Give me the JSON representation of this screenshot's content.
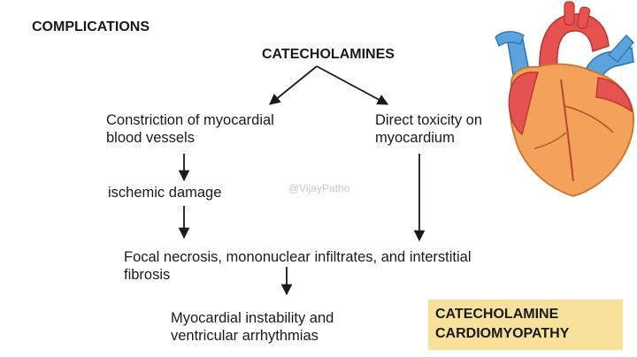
{
  "title": "COMPLICATIONS",
  "root": "CATECHOLAMINES",
  "branch_left": [
    "Constriction of myocardial",
    "blood vessels"
  ],
  "branch_right": [
    "Direct toxicity  on",
    "myocardium"
  ],
  "intermediate": "ischemic damage",
  "convergence": [
    "Focal necrosis, mononuclear infiltrates, and interstitial",
    "fibrosis"
  ],
  "outcome": [
    "Myocardial instability and",
    "ventricular arrhythmias"
  ],
  "highlight": [
    "CATECHOLAMINE",
    "CARDIOMYOPATHY"
  ],
  "watermark": "@VijayPatho",
  "colors": {
    "highlight_bg": "#f8e29b",
    "heart_red": "#e4534f",
    "heart_blue": "#5aa3dd",
    "heart_orange": "#f2a25a",
    "arrow": "#1a1a1a"
  },
  "icon": "heart-illustration"
}
